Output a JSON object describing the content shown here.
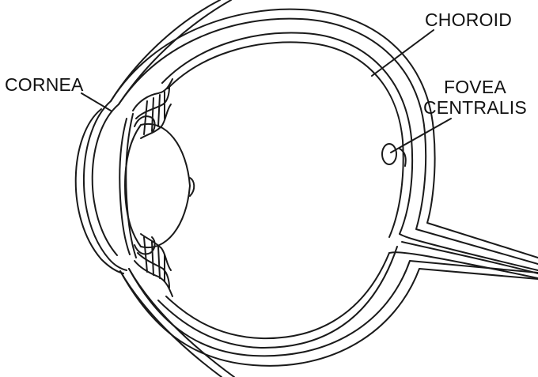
{
  "labels": {
    "cornea": "CORNEA",
    "choroid": "CHOROID",
    "fovea_line1": "FOVEA",
    "fovea_line2": "CENTRALIS"
  },
  "colors": {
    "stroke": "#1a1a1a",
    "background": "#ffffff",
    "text": "#111111"
  }
}
